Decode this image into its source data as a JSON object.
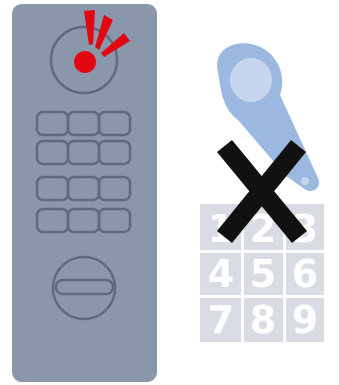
{
  "colors": {
    "intercom_body": "#8a96a9",
    "intercom_outline": "#5e6b7f",
    "alert_red": "#e30613",
    "key_fob": "#9bb8e0",
    "key_fob_light": "#c7d6ee",
    "keypad_bg": "#d9dde3",
    "keypad_digit": "#ffffff",
    "cross": "#111111"
  },
  "icons": {
    "intercom_panel": "door-entry-intercom-icon",
    "alert": "alert-exclamation-icon",
    "key_fob": "key-fob-icon",
    "not_allowed": "cross-icon"
  },
  "keypad": {
    "digits": [
      "1",
      "2",
      "3",
      "4",
      "5",
      "6",
      "7",
      "8",
      "9"
    ]
  }
}
